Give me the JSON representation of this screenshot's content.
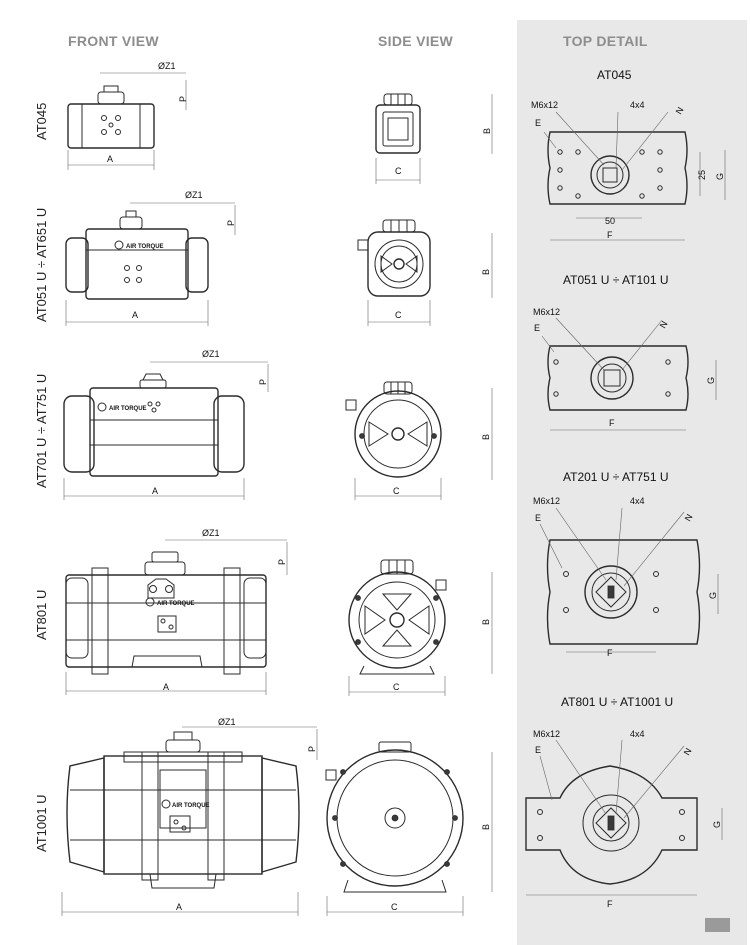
{
  "headers": {
    "front": "FRONT VIEW",
    "side": "SIDE VIEW",
    "top": "TOP DETAIL"
  },
  "models": [
    "AT045",
    "AT051 U ÷ AT651 U",
    "AT701 U ÷ AT751 U",
    "AT801 U",
    "AT1001 U"
  ],
  "detail_titles": [
    "AT045",
    "AT051 U ÷ AT101 U",
    "AT201 U ÷ AT751 U",
    "AT801 U ÷ AT1001 U"
  ],
  "dims": {
    "A": "A",
    "B": "B",
    "C": "C",
    "P": "P",
    "Z1": "ØZ1",
    "E": "E",
    "F": "F",
    "G": "G",
    "M": "M6x12",
    "sq": "4x4",
    "N": "N",
    "d25": "25",
    "d50": "50"
  },
  "brand": "AIR TORQUE",
  "colors": {
    "panel": "#e8e8e8",
    "header": "#8d8d8d",
    "line": "#2b2b2b"
  }
}
